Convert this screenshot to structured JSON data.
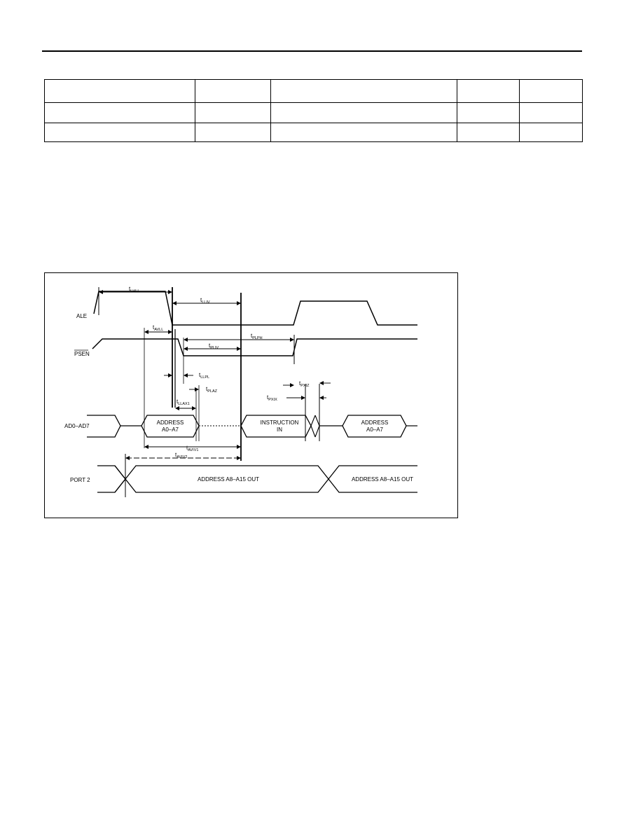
{
  "table": {
    "rows": [
      [
        "",
        "",
        "",
        "",
        ""
      ],
      [
        "",
        "",
        "",
        "",
        ""
      ],
      [
        "",
        "",
        "",
        "",
        ""
      ]
    ]
  },
  "diagram": {
    "signals": {
      "ale": "ALE",
      "psen": "PSEN",
      "ad": "AD0–AD7",
      "port2": "PORT 2"
    },
    "buses": {
      "address_low_1": [
        "ADDRESS",
        "A0–A7"
      ],
      "instruction": [
        "INSTRUCTION",
        "IN"
      ],
      "address_low_2": [
        "ADDRESS",
        "A0–A7"
      ],
      "port2_a": "ADDRESS A8–A15 OUT",
      "port2_b": "ADDRESS A8–A15 OUT"
    },
    "timings": {
      "lhll": {
        "t": "t",
        "sub": "LHLL"
      },
      "lliv": {
        "t": "t",
        "sub": "LLIV"
      },
      "avll": {
        "t": "t",
        "sub": "AVLL"
      },
      "plph": {
        "t": "t",
        "sub": "PLPH"
      },
      "pliv": {
        "t": "t",
        "sub": "PLIV"
      },
      "llpl": {
        "t": "t",
        "sub": "LLPL"
      },
      "plaz": {
        "t": "t",
        "sub": "PLAZ"
      },
      "pxiz": {
        "t": "t",
        "sub": "PXIZ"
      },
      "pxix": {
        "t": "t",
        "sub": "PXIX"
      },
      "llax1": {
        "t": "t",
        "sub": "LLAX1"
      },
      "aviv1": {
        "t": "t",
        "sub": "AVIV1"
      },
      "aviv2": {
        "t": "t",
        "sub": "AVIV2"
      }
    }
  }
}
